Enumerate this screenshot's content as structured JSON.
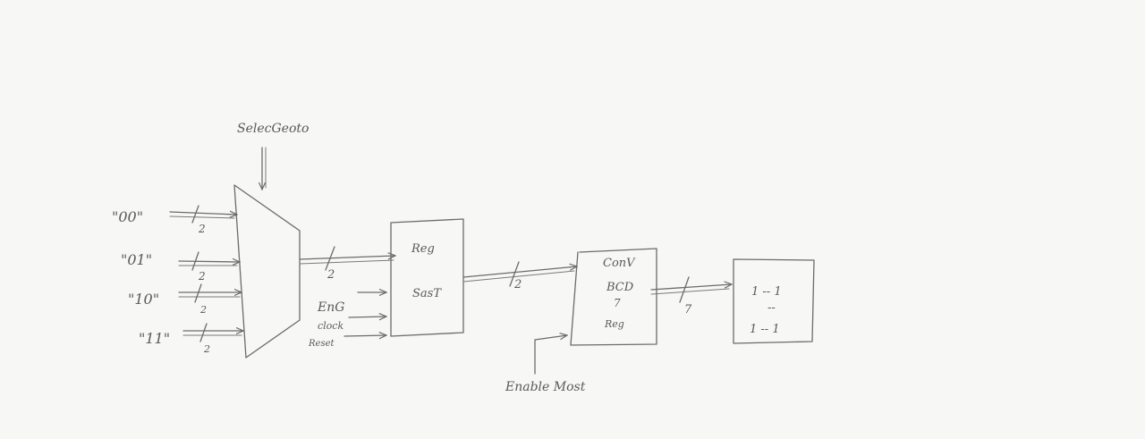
{
  "mux": {
    "select_label": "SelecGeoto",
    "inputs": [
      {
        "constant": "\"00\"",
        "width": "2"
      },
      {
        "constant": "\"01\"",
        "width": "2"
      },
      {
        "constant": "\"10\"",
        "width": "2"
      },
      {
        "constant": "\"11\"",
        "width": "2"
      }
    ],
    "output_width": "2"
  },
  "register": {
    "line1": "Reg",
    "line2": "SasT",
    "inputs": [
      "EnG",
      "clock",
      "Reset"
    ],
    "output_width": "2"
  },
  "converter": {
    "line1": "ConV",
    "line2": "BCD",
    "line3": "7",
    "line4": "Reg",
    "enable_label": "Enable Most",
    "output_width": "7"
  },
  "display": {
    "segments_text": [
      "1 -- 1",
      "--",
      "1 -- 1"
    ]
  },
  "colors": {
    "paper": "#f7f7f6",
    "pencil": "#6b6b6b"
  }
}
